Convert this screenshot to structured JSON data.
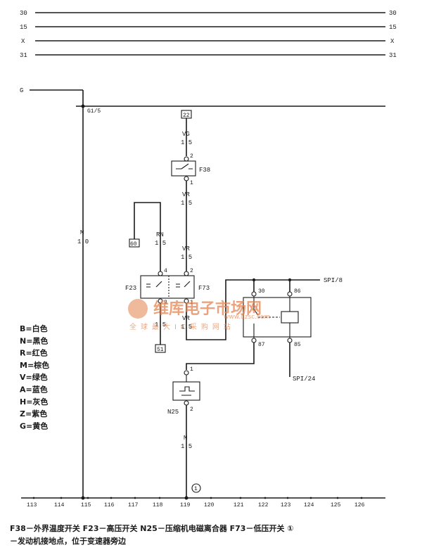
{
  "rails": [
    {
      "label": "30"
    },
    {
      "label": "15"
    },
    {
      "label": "X"
    },
    {
      "label": "31"
    }
  ],
  "ground_bus_label": "G",
  "splice_label": "G1/5",
  "wires": {
    "main_color": "M",
    "main_size": "1.0",
    "vg_color": "VG",
    "vg_size": "1.5",
    "vr1_color": "VR",
    "vr1_size": "1.5",
    "rn_color": "RN",
    "rn_size": "1.5",
    "vr2_color": "VR",
    "vr2_size": "1.5",
    "vr3_color": "VR",
    "vr3_size": "1.5",
    "m2_color": "M",
    "m2_size": "1.5",
    "f23_out_size": "1.5"
  },
  "connectors": {
    "top": "22",
    "left": "60",
    "bottom": "51"
  },
  "components": {
    "f38": "F38",
    "f23": "F23",
    "f73": "F73",
    "n25": "N25"
  },
  "pins": {
    "f38_top": "2",
    "f38_bot": "1",
    "f23_top": "4",
    "f23_bot": "3",
    "f73_top": "2",
    "f73_bot": "1",
    "relay_30": "30",
    "relay_86": "86",
    "relay_87": "87",
    "relay_85": "85",
    "n25_top": "1",
    "n25_bot": "2"
  },
  "signals": {
    "spi8": "SPI/8",
    "spi24": "SPI/24"
  },
  "ground_point": "①",
  "ground_marker": "1",
  "axis_numbers": [
    "113",
    "114",
    "115",
    "116",
    "117",
    "118",
    "119",
    "120",
    "121",
    "122",
    "123",
    "124",
    "125",
    "126"
  ],
  "legend": [
    "B=白色",
    "N=黑色",
    "R=红色",
    "M=棕色",
    "V=绿色",
    "A=蓝色",
    "H=灰色",
    "Z=紫色",
    "G=黄色"
  ],
  "caption": {
    "line1": "F38－外界温度开关    F23－高压开关    N25－压缩机电磁离合器    F73－低压开关   ①",
    "line2": "－发动机接地点，位于变速器旁边"
  },
  "watermark": {
    "brand": "维库电子市场网",
    "sub": "全球最大IC采购网站",
    "url": "www.dzsc.com"
  },
  "colors": {
    "ink": "#1a1a1a",
    "watermark": "#e58552"
  }
}
